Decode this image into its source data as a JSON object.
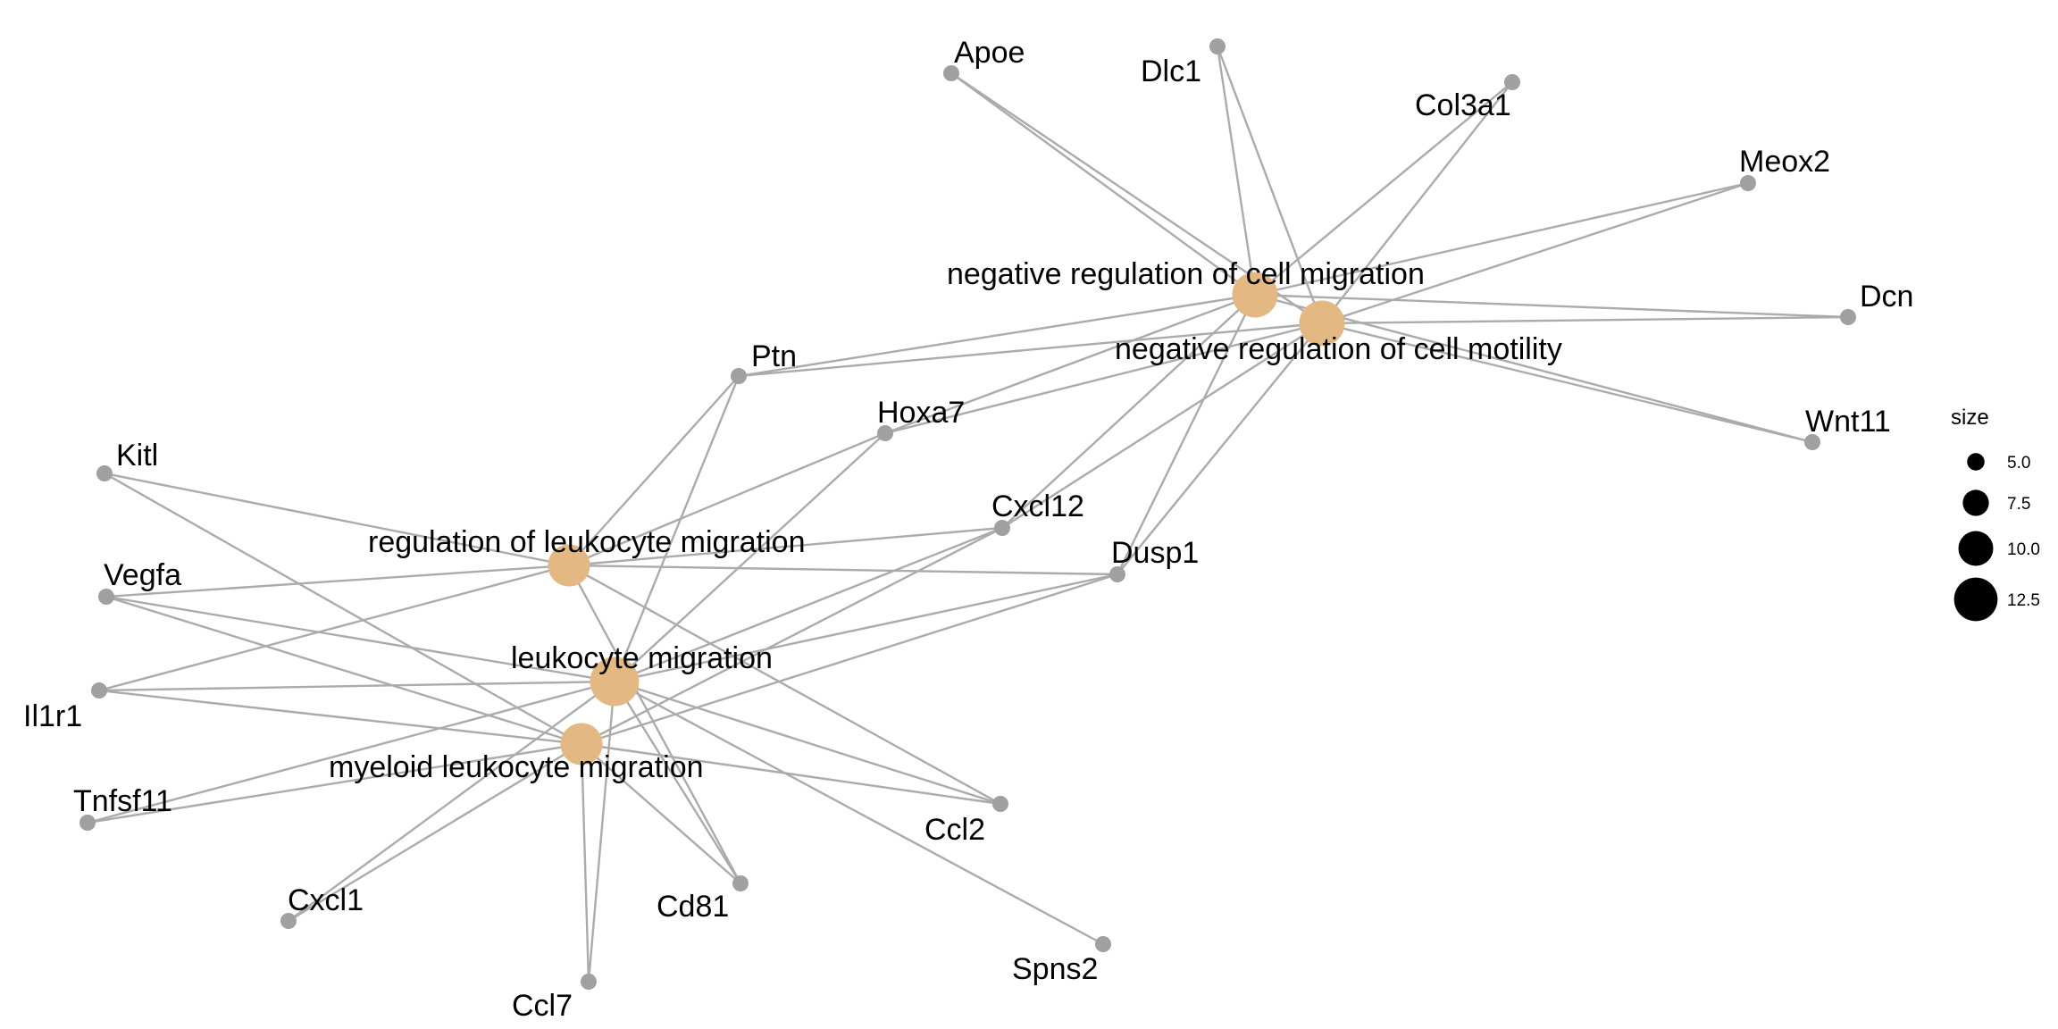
{
  "colors": {
    "edge": "#ababab",
    "gene_node": "#a0a0a0",
    "category_node": "#e3b882",
    "legend_dot": "#000000",
    "text": "#000000"
  },
  "categories": [
    {
      "id": "negative-regulation-of-cell-migration",
      "label": "negative regulation of cell migration",
      "size": 10
    },
    {
      "id": "negative-regulation-of-cell-motility",
      "label": "negative regulation of cell motility",
      "size": 10
    },
    {
      "id": "regulation-of-leukocyte-migration",
      "label": "regulation of leukocyte migration",
      "size": 9
    },
    {
      "id": "leukocyte-migration",
      "label": "leukocyte migration",
      "size": 11
    },
    {
      "id": "myeloid-leukocyte-migration",
      "label": "myeloid leukocyte migration",
      "size": 9
    }
  ],
  "genes": [
    "Apoe",
    "Dlc1",
    "Col3a1",
    "Meox2",
    "Dcn",
    "Wnt11",
    "Ptn",
    "Hoxa7",
    "Cxcl12",
    "Dusp1",
    "Kitl",
    "Vegfa",
    "Il1r1",
    "Tnfsf11",
    "Cxcl1",
    "Ccl7",
    "Cd81",
    "Ccl2",
    "Spns2"
  ],
  "edges": [
    [
      "negative-regulation-of-cell-migration",
      "Apoe"
    ],
    [
      "negative-regulation-of-cell-migration",
      "Dlc1"
    ],
    [
      "negative-regulation-of-cell-migration",
      "Col3a1"
    ],
    [
      "negative-regulation-of-cell-migration",
      "Meox2"
    ],
    [
      "negative-regulation-of-cell-migration",
      "Dcn"
    ],
    [
      "negative-regulation-of-cell-migration",
      "Wnt11"
    ],
    [
      "negative-regulation-of-cell-migration",
      "Ptn"
    ],
    [
      "negative-regulation-of-cell-migration",
      "Hoxa7"
    ],
    [
      "negative-regulation-of-cell-migration",
      "Cxcl12"
    ],
    [
      "negative-regulation-of-cell-migration",
      "Dusp1"
    ],
    [
      "negative-regulation-of-cell-motility",
      "Apoe"
    ],
    [
      "negative-regulation-of-cell-motility",
      "Dlc1"
    ],
    [
      "negative-regulation-of-cell-motility",
      "Col3a1"
    ],
    [
      "negative-regulation-of-cell-motility",
      "Meox2"
    ],
    [
      "negative-regulation-of-cell-motility",
      "Dcn"
    ],
    [
      "negative-regulation-of-cell-motility",
      "Wnt11"
    ],
    [
      "negative-regulation-of-cell-motility",
      "Ptn"
    ],
    [
      "negative-regulation-of-cell-motility",
      "Hoxa7"
    ],
    [
      "negative-regulation-of-cell-motility",
      "Cxcl12"
    ],
    [
      "negative-regulation-of-cell-motility",
      "Dusp1"
    ],
    [
      "regulation-of-leukocyte-migration",
      "Ptn"
    ],
    [
      "regulation-of-leukocyte-migration",
      "Hoxa7"
    ],
    [
      "regulation-of-leukocyte-migration",
      "Kitl"
    ],
    [
      "regulation-of-leukocyte-migration",
      "Vegfa"
    ],
    [
      "regulation-of-leukocyte-migration",
      "Il1r1"
    ],
    [
      "regulation-of-leukocyte-migration",
      "Cxcl12"
    ],
    [
      "regulation-of-leukocyte-migration",
      "Dusp1"
    ],
    [
      "regulation-of-leukocyte-migration",
      "Cd81"
    ],
    [
      "regulation-of-leukocyte-migration",
      "Ccl2"
    ],
    [
      "leukocyte-migration",
      "Ptn"
    ],
    [
      "leukocyte-migration",
      "Hoxa7"
    ],
    [
      "leukocyte-migration",
      "Vegfa"
    ],
    [
      "leukocyte-migration",
      "Il1r1"
    ],
    [
      "leukocyte-migration",
      "Tnfsf11"
    ],
    [
      "leukocyte-migration",
      "Cxcl12"
    ],
    [
      "leukocyte-migration",
      "Dusp1"
    ],
    [
      "leukocyte-migration",
      "Cxcl1"
    ],
    [
      "leukocyte-migration",
      "Ccl7"
    ],
    [
      "leukocyte-migration",
      "Cd81"
    ],
    [
      "leukocyte-migration",
      "Ccl2"
    ],
    [
      "leukocyte-migration",
      "Spns2"
    ],
    [
      "myeloid-leukocyte-migration",
      "Kitl"
    ],
    [
      "myeloid-leukocyte-migration",
      "Vegfa"
    ],
    [
      "myeloid-leukocyte-migration",
      "Il1r1"
    ],
    [
      "myeloid-leukocyte-migration",
      "Tnfsf11"
    ],
    [
      "myeloid-leukocyte-migration",
      "Cxcl12"
    ],
    [
      "myeloid-leukocyte-migration",
      "Dusp1"
    ],
    [
      "myeloid-leukocyte-migration",
      "Cxcl1"
    ],
    [
      "myeloid-leukocyte-migration",
      "Ccl7"
    ],
    [
      "myeloid-leukocyte-migration",
      "Cd81"
    ],
    [
      "myeloid-leukocyte-migration",
      "Ccl2"
    ]
  ],
  "legend": {
    "title": "size",
    "entries": [
      {
        "label": "5.0",
        "size": 5.0
      },
      {
        "label": "7.5",
        "size": 7.5
      },
      {
        "label": "10.0",
        "size": 10.0
      },
      {
        "label": "12.5",
        "size": 12.5
      }
    ]
  }
}
